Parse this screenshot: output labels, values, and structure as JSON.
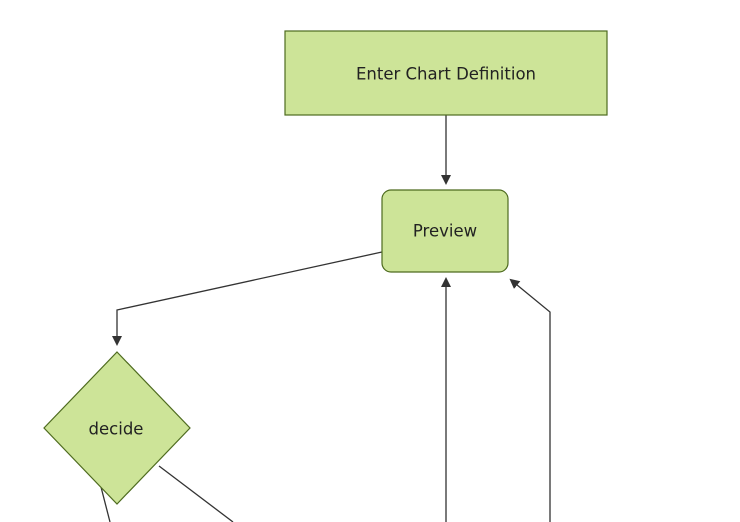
{
  "diagram": {
    "type": "flowchart",
    "orientation": "top-down",
    "colors": {
      "background": "#ffffff",
      "node_fill": "#cde498",
      "node_border": "#4e6b1f",
      "edge_color": "#333333",
      "text_color": "#222222"
    },
    "nodes": [
      {
        "id": "enter-chart-definition",
        "label": "Enter Chart Definition",
        "shape": "rectangle"
      },
      {
        "id": "preview",
        "label": "Preview",
        "shape": "rounded-rectangle"
      },
      {
        "id": "decide",
        "label": "decide",
        "shape": "diamond"
      }
    ],
    "edges": [
      {
        "from": "enter-chart-definition",
        "to": "preview",
        "arrow": true
      },
      {
        "from": "preview",
        "to": "decide",
        "arrow": true
      },
      {
        "from": "offscreen-bottom-center",
        "to": "preview",
        "arrow": true
      },
      {
        "from": "offscreen-bottom-right",
        "to": "preview",
        "arrow": true
      },
      {
        "from": "decide",
        "to": "offscreen-bottom-left",
        "arrow": false
      },
      {
        "from": "decide",
        "to": "offscreen-bottom-right",
        "arrow": false
      }
    ]
  }
}
